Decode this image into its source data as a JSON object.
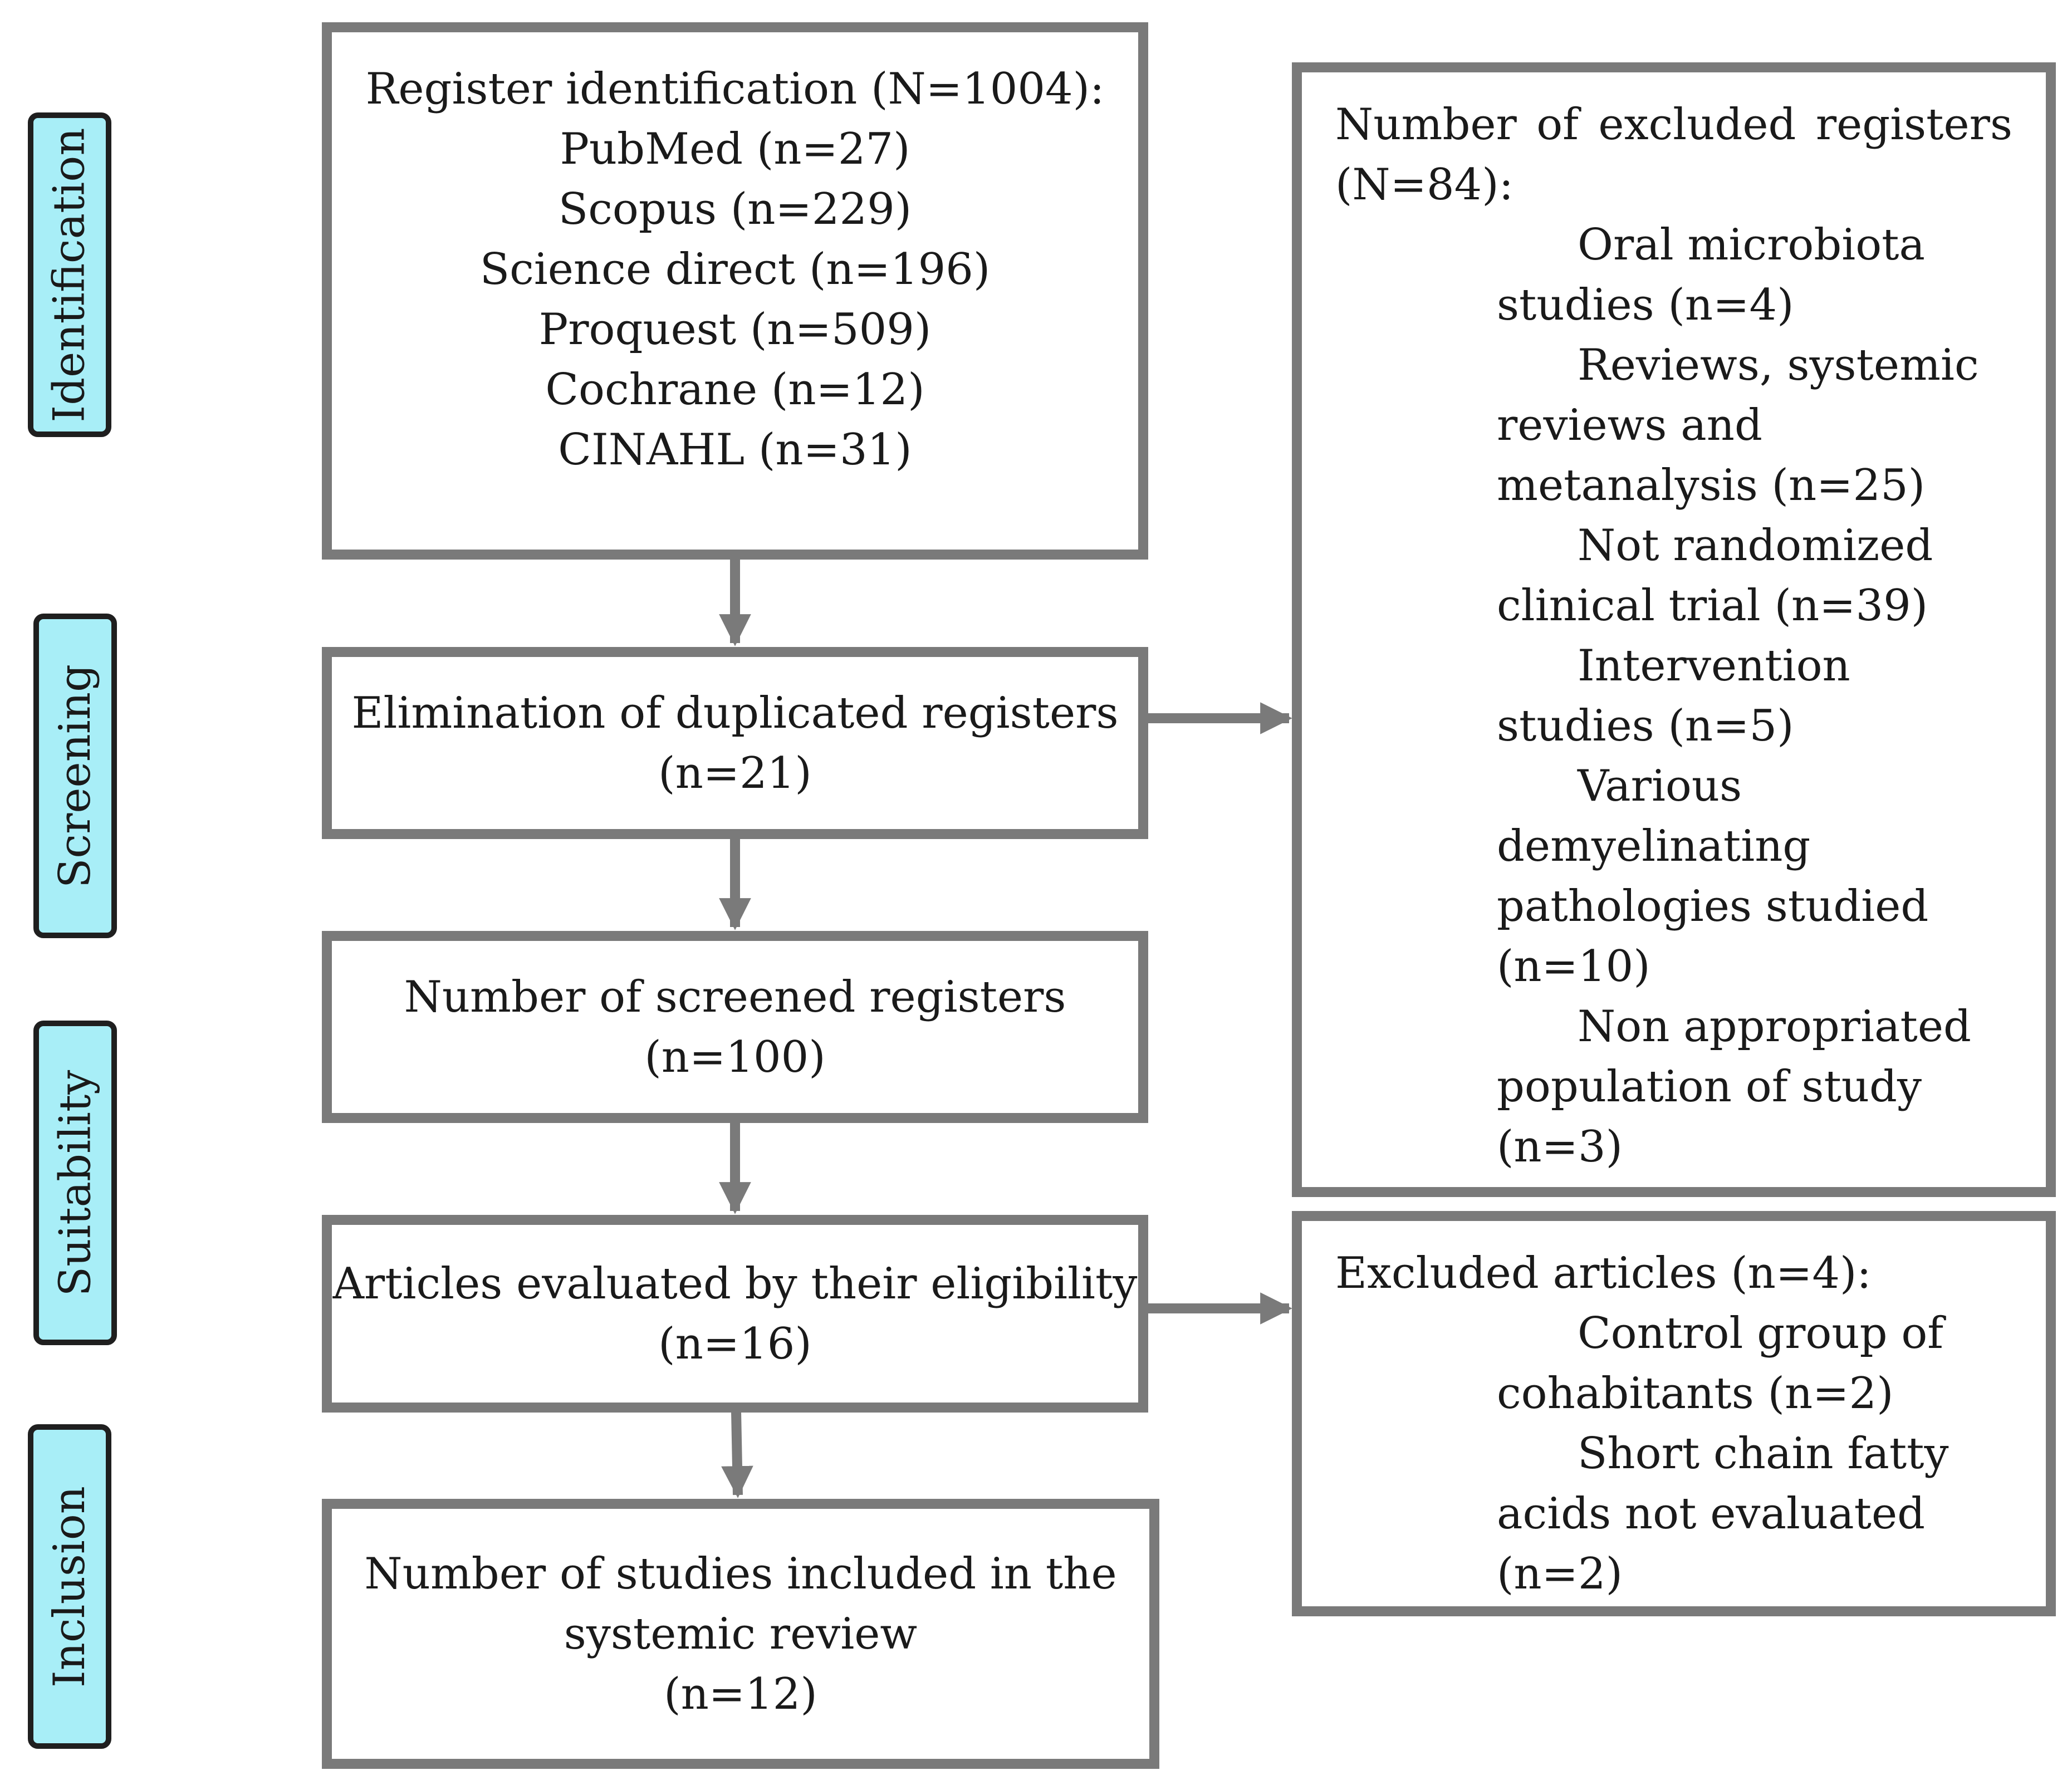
{
  "stages": {
    "identification": "Identification",
    "screening": "Screening",
    "suitability": "Suitability",
    "inclusion": "Inclusion"
  },
  "flow": {
    "identification_box": {
      "title": "Register identification (N=1004):",
      "sources": [
        "PubMed (n=27)",
        "Scopus (n=229)",
        "Science direct (n=196)",
        "Proquest (n=509)",
        "Cochrane (n=12)",
        "CINAHL (n=31)"
      ]
    },
    "duplicates_box": {
      "line1": "Elimination of duplicated registers",
      "line2": "(n=21)"
    },
    "screened_box": {
      "line1": "Number of screened registers",
      "line2": "(n=100)"
    },
    "eligibility_box": {
      "line1": "Articles evaluated by their eligibility",
      "line2": "(n=16)"
    },
    "included_box": {
      "line1": "Number of studies included in the",
      "line2": "systemic review",
      "line3": "(n=12)"
    }
  },
  "exclusions": {
    "registers": {
      "title": "Number of excluded registers (N=84):",
      "items": [
        "Oral microbiota studies (n=4)",
        "Reviews, systemic reviews and metanalysis (n=25)",
        "Not randomized clinical trial (n=39)",
        "Intervention studies (n=5)",
        "Various demyelinating pathologies studied (n=10)",
        "Non appropriated population of study (n=3)"
      ]
    },
    "articles": {
      "title": "Excluded articles (n=4):",
      "items": [
        "Control group of cohabitants (n=2)",
        "Short chain fatty acids not evaluated (n=2)"
      ]
    }
  },
  "colors": {
    "box_border": "#7a7a7a",
    "arrow": "#7a7a7a",
    "stage_fill": "#a8eef7",
    "stage_border": "#1f1f1f",
    "text": "#1a1a1a"
  }
}
